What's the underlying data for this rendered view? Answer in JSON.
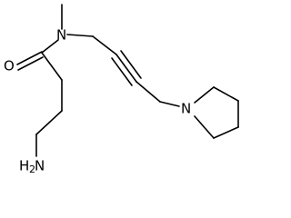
{
  "molecule": {
    "atom_labels": {
      "oxygen": "O",
      "amide_nitrogen": "N",
      "pyrrolidine_nitrogen": "N",
      "amine_nitrogen": "N",
      "amine_hydrogen": "H",
      "amine_subscript": "2"
    }
  }
}
